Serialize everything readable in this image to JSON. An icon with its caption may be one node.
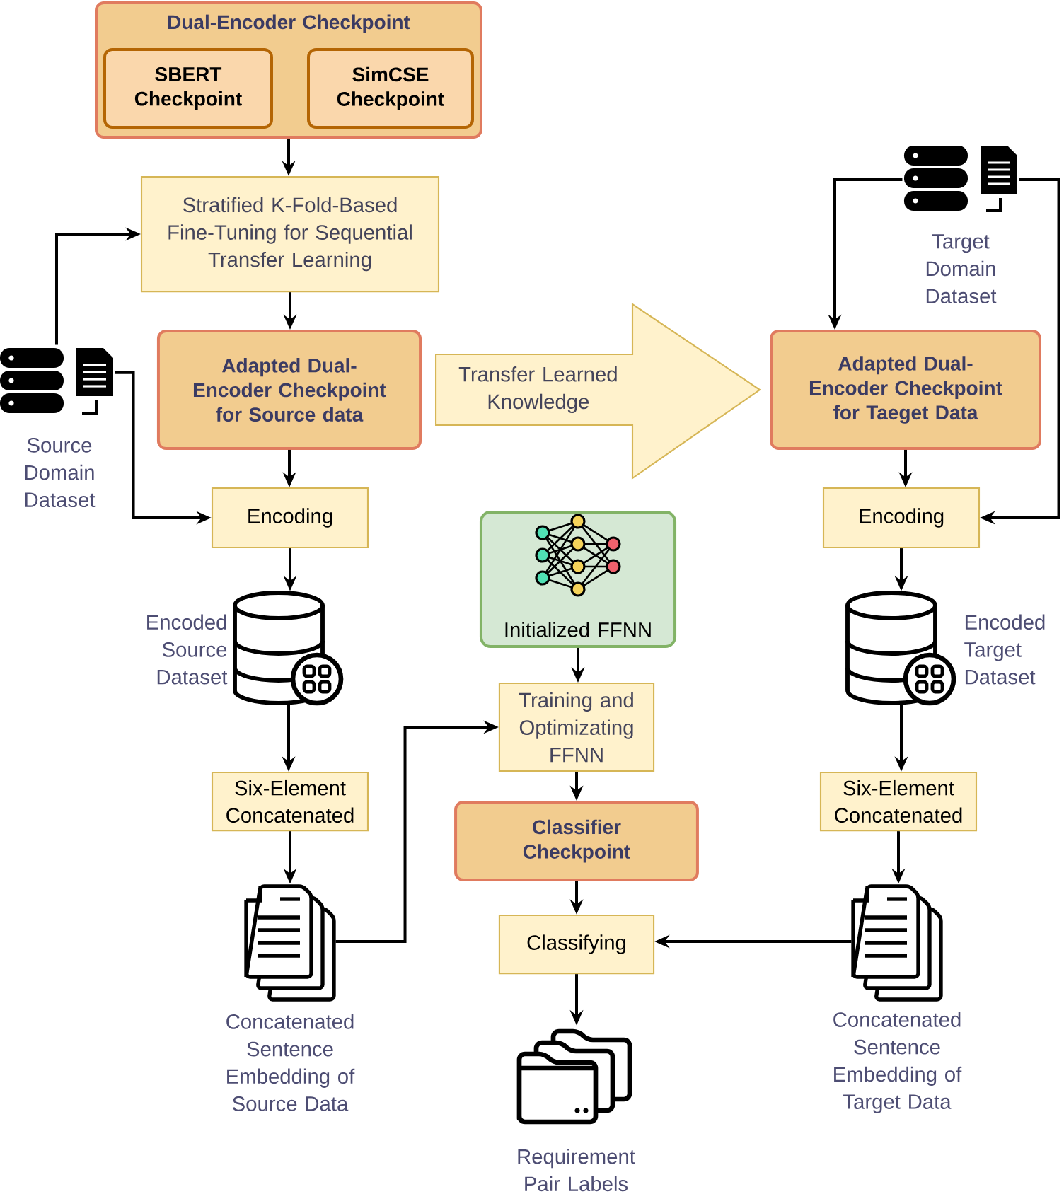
{
  "diagram": {
    "nodes": [
      {
        "text": [
          "Dual-Encoder Checkpoint"
        ]
      },
      {
        "text": [
          "SBERT Checkpoint"
        ],
        "in": 0
      },
      {
        "text": [
          "SimCSE Checkpoint"
        ],
        "in": 0
      },
      {
        "text": [
          "Stratified K-Fold-Based Fine-Tuning for Sequential Transfer Learning"
        ]
      },
      {
        "text": [
          "Adapted Dual-Encoder Checkpoint for Source data"
        ]
      },
      {
        "text": [
          "Adapted Dual-Encoder Checkpoint for Taeget Data"
        ]
      },
      {
        "text": [
          "Source Domain Dataset"
        ]
      },
      {
        "text": [
          "Target Domain Dataset"
        ]
      },
      {
        "text": [
          "Encoding"
        ]
      },
      {
        "text": [
          "Encoding"
        ]
      },
      {
        "text": [
          "Encoded Source Dataset"
        ]
      },
      {
        "text": [
          "Initialized FFNN"
        ]
      },
      {
        "text": [
          "Encoded Target Dataset"
        ]
      },
      {
        "text": [
          "Training and Optimizating FFNN"
        ]
      },
      {
        "text": [
          "Six-Element Concatenated"
        ]
      },
      {
        "text": [
          "Six-Element Concatenated"
        ]
      },
      {
        "text": [
          "Classifier Checkpoint"
        ]
      },
      {
        "text": [
          "Concatenated Sentence Embedding of Source Data"
        ]
      },
      {
        "text": [
          "Classifying"
        ]
      },
      {
        "text": [
          "Concatenated Sentence Embedding of Target Data"
        ]
      },
      {
        "text": [
          "Requirement Pair Labels"
        ]
      }
    ],
    "edges": [
      {
        "from": 0,
        "to": 3,
        "arrow": "to"
      },
      {
        "from": 3,
        "to": 4,
        "arrow": "to"
      },
      {
        "from": 6,
        "to": 3,
        "arrow": "to"
      },
      {
        "from": 6,
        "to": 8,
        "arrow": "to"
      },
      {
        "from": 4,
        "to": 8,
        "arrow": "to"
      },
      {
        "from": 7,
        "to": 5,
        "arrow": "to"
      },
      {
        "from": 7,
        "to": 9,
        "arrow": "to"
      },
      {
        "from": 5,
        "to": 9,
        "arrow": "to"
      },
      {
        "from": 8,
        "to": 10,
        "arrow": "to"
      },
      {
        "from": 9,
        "to": 12,
        "arrow": "to"
      },
      {
        "from": 10,
        "to": 14,
        "arrow": "to"
      },
      {
        "from": 12,
        "to": 15,
        "arrow": "to"
      },
      {
        "from": 14,
        "to": 17,
        "arrow": "to"
      },
      {
        "from": 15,
        "to": 19,
        "arrow": "to"
      },
      {
        "from": 17,
        "to": 13,
        "arrow": "to"
      },
      {
        "from": 11,
        "to": 13,
        "arrow": "to"
      },
      {
        "from": 13,
        "to": 16,
        "arrow": "to"
      },
      {
        "from": 16,
        "to": 18,
        "arrow": "to"
      },
      {
        "from": 18,
        "to": 20,
        "arrow": "to"
      },
      {
        "from": 19,
        "to": 18,
        "arrow": "to"
      },
      {
        "from": 4,
        "to": 5,
        "arrow": "to",
        "label": "Transfer Learned Knowledge",
        "style": "thick"
      }
    ]
  }
}
